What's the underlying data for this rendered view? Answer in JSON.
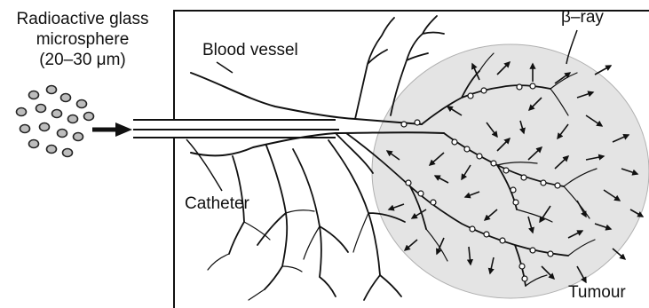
{
  "labels": {
    "microsphere_line1": "Radioactive glass",
    "microsphere_line2": "microsphere",
    "microsphere_line3": "(20–30 μm)",
    "blood_vessel": "Blood vessel",
    "catheter": "Catheter",
    "beta_ray": "β–ray",
    "tumour": "Tumour"
  },
  "colors": {
    "ink": "#111111",
    "tumour_fill": "#e4e4e4",
    "microsphere_fill": "#bdbdbd"
  }
}
